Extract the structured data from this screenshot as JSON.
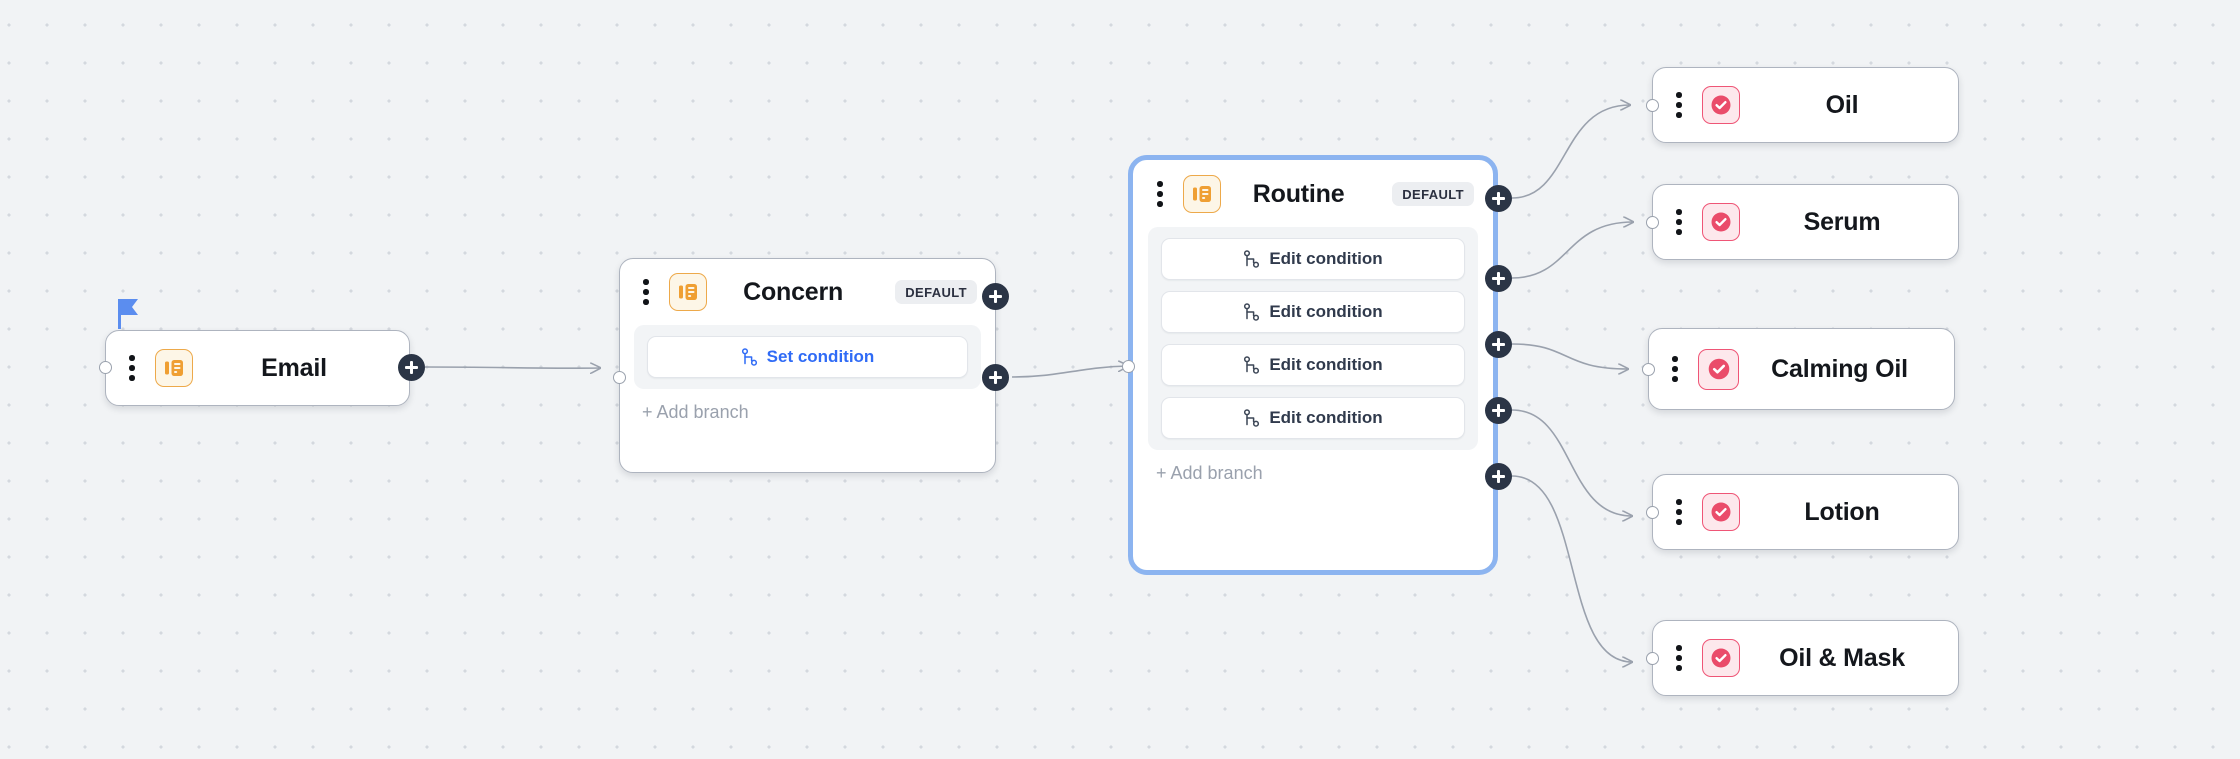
{
  "canvas": {
    "background_color": "#f1f3f5",
    "dot_color": "#d4d8de",
    "grid_spacing": 38
  },
  "theme": {
    "accent_blue": "#2f6bf6",
    "selection_blue": "#8cb4f0",
    "plus_dark": "#2b3546",
    "orange_icon": "#eda94a",
    "red_icon": "#ef5576",
    "node_border": "#aeb4bf",
    "muted_text": "#9aa1ad"
  },
  "nodes": {
    "email": {
      "title": "Email",
      "icon": "document-orange-icon",
      "menu_icon": "kebab-menu-icon",
      "flag_icon": "flag-icon",
      "start_flag": true
    },
    "concern": {
      "title": "Concern",
      "icon": "document-orange-icon",
      "menu_icon": "kebab-menu-icon",
      "badge": "DEFAULT",
      "branches": [
        {
          "label": "Set condition",
          "icon": "branch-icon",
          "style": "primary"
        }
      ],
      "add_branch_label": "+ Add branch"
    },
    "routine": {
      "title": "Routine",
      "icon": "document-orange-icon",
      "menu_icon": "kebab-menu-icon",
      "badge": "DEFAULT",
      "selected": true,
      "branches": [
        {
          "label": "Edit condition",
          "icon": "branch-icon",
          "style": "default"
        },
        {
          "label": "Edit condition",
          "icon": "branch-icon",
          "style": "default"
        },
        {
          "label": "Edit condition",
          "icon": "branch-icon",
          "style": "default"
        },
        {
          "label": "Edit condition",
          "icon": "branch-icon",
          "style": "default"
        }
      ],
      "add_branch_label": "+ Add branch"
    },
    "outcomes": [
      {
        "title": "Oil",
        "icon": "check-circle-red-icon",
        "menu_icon": "kebab-menu-icon"
      },
      {
        "title": "Serum",
        "icon": "check-circle-red-icon",
        "menu_icon": "kebab-menu-icon"
      },
      {
        "title": "Calming Oil",
        "icon": "check-circle-red-icon",
        "menu_icon": "kebab-menu-icon"
      },
      {
        "title": "Lotion",
        "icon": "check-circle-red-icon",
        "menu_icon": "kebab-menu-icon"
      },
      {
        "title": "Oil & Mask",
        "icon": "check-circle-red-icon",
        "menu_icon": "kebab-menu-icon"
      }
    ]
  },
  "edges": [
    {
      "from": "email",
      "to": "concern"
    },
    {
      "from": "concern",
      "to": "routine"
    },
    {
      "from": "routine",
      "to": "Oil"
    },
    {
      "from": "routine",
      "to": "Serum"
    },
    {
      "from": "routine",
      "to": "Calming Oil"
    },
    {
      "from": "routine",
      "to": "Lotion"
    },
    {
      "from": "routine",
      "to": "Oil & Mask"
    }
  ]
}
